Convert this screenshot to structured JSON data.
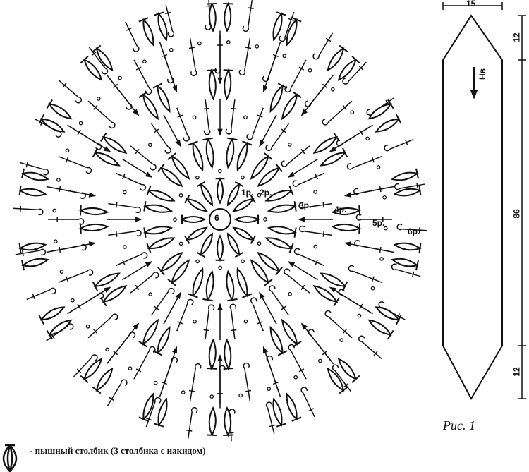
{
  "center_label": "6",
  "rounds": [
    "1р.",
    "2р.",
    "3р.",
    "4р.",
    "5р.",
    "6р."
  ],
  "pattern": {
    "width": "15",
    "top_taper": "12",
    "length": "86",
    "bottom_taper": "12",
    "direction": "Нв"
  },
  "figure_caption": "Рис. 1",
  "legend": {
    "symbol": "puff-stitch-icon",
    "text": "- пышный столбик (3 столбика с накидом)"
  }
}
